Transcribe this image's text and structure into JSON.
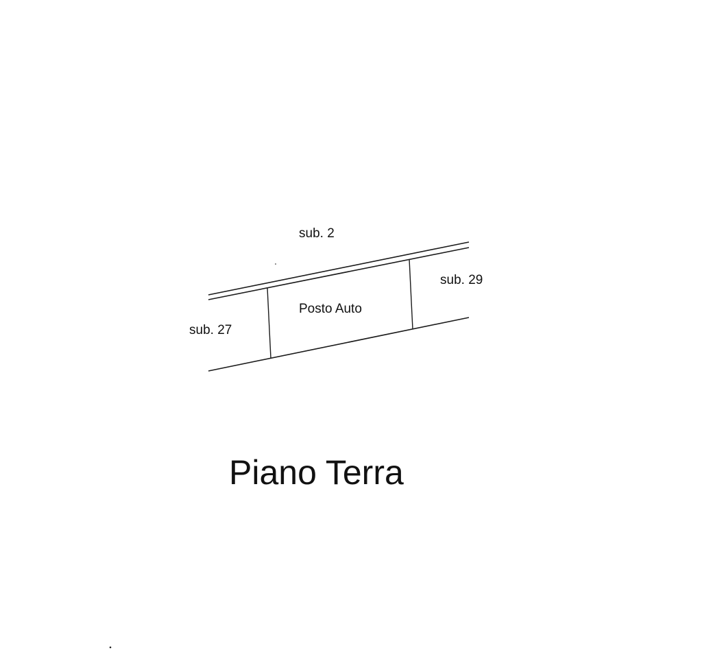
{
  "floor": {
    "title": "Piano Terra"
  },
  "plan": {
    "space_label": "Posto Auto",
    "neighbors": {
      "top": "sub. 2",
      "right": "sub. 29",
      "left": "sub. 27"
    }
  },
  "colors": {
    "line": "#1a1a1a",
    "text": "#111111",
    "background": "#ffffff"
  }
}
